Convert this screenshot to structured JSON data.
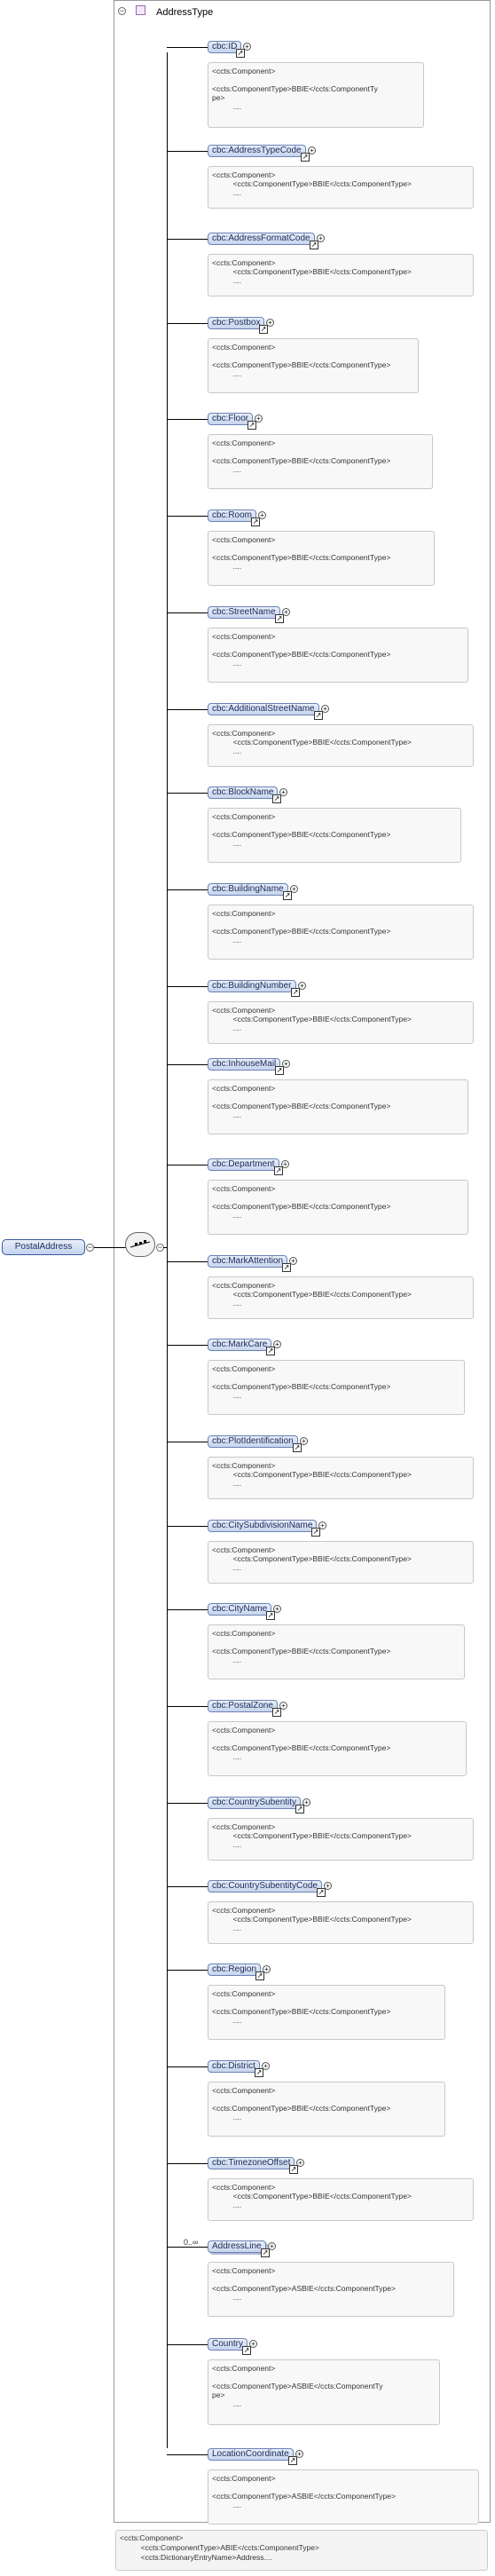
{
  "root": {
    "name": "PostalAddress"
  },
  "container": {
    "title": "AddressType"
  },
  "elements": [
    {
      "name": "cbc:ID",
      "occurs": "",
      "doc": "<ccts:Component>\n\n<ccts:ComponentType>BBIE</ccts:ComponentTy\npe>\n          ...."
    },
    {
      "name": "cbc:AddressTypeCode",
      "occurs": "",
      "doc": "<ccts:Component>\n          <ccts:ComponentType>BBIE</ccts:ComponentType>\n          ...."
    },
    {
      "name": "cbc:AddressFormatCode",
      "occurs": "",
      "doc": "<ccts:Component>\n          <ccts:ComponentType>BBIE</ccts:ComponentType>\n          ...."
    },
    {
      "name": "cbc:Postbox",
      "occurs": "",
      "doc": "<ccts:Component>\n\n<ccts:ComponentType>BBIE</ccts:ComponentType>\n          ...."
    },
    {
      "name": "cbc:Floor",
      "occurs": "",
      "doc": "<ccts:Component>\n\n<ccts:ComponentType>BBIE</ccts:ComponentType>\n          ...."
    },
    {
      "name": "cbc:Room",
      "occurs": "",
      "doc": "<ccts:Component>\n\n<ccts:ComponentType>BBIE</ccts:ComponentType>\n          ...."
    },
    {
      "name": "cbc:StreetName",
      "occurs": "",
      "doc": "<ccts:Component>\n\n<ccts:ComponentType>BBIE</ccts:ComponentType>\n          ...."
    },
    {
      "name": "cbc:AdditionalStreetName",
      "occurs": "",
      "doc": "<ccts:Component>\n          <ccts:ComponentType>BBIE</ccts:ComponentType>\n          ...."
    },
    {
      "name": "cbc:BlockName",
      "occurs": "",
      "doc": "<ccts:Component>\n\n<ccts:ComponentType>BBIE</ccts:ComponentType>\n          ...."
    },
    {
      "name": "cbc:BuildingName",
      "occurs": "",
      "doc": "<ccts:Component>\n\n<ccts:ComponentType>BBIE</ccts:ComponentType>\n          ...."
    },
    {
      "name": "cbc:BuildingNumber",
      "occurs": "",
      "doc": "<ccts:Component>\n          <ccts:ComponentType>BBIE</ccts:ComponentType>\n          ...."
    },
    {
      "name": "cbc:InhouseMail",
      "occurs": "",
      "doc": "<ccts:Component>\n\n<ccts:ComponentType>BBIE</ccts:ComponentType>\n          ...."
    },
    {
      "name": "cbc:Department",
      "occurs": "",
      "doc": "<ccts:Component>\n\n<ccts:ComponentType>BBIE</ccts:ComponentType>\n          ...."
    },
    {
      "name": "cbc:MarkAttention",
      "occurs": "",
      "doc": "<ccts:Component>\n          <ccts:ComponentType>BBIE</ccts:ComponentType>\n          ...."
    },
    {
      "name": "cbc:MarkCare",
      "occurs": "",
      "doc": "<ccts:Component>\n\n<ccts:ComponentType>BBIE</ccts:ComponentType>\n          ...."
    },
    {
      "name": "cbc:PlotIdentification",
      "occurs": "",
      "doc": "<ccts:Component>\n          <ccts:ComponentType>BBIE</ccts:ComponentType>\n          ...."
    },
    {
      "name": "cbc:CitySubdivisionName",
      "occurs": "",
      "doc": "<ccts:Component>\n          <ccts:ComponentType>BBIE</ccts:ComponentType>\n          ...."
    },
    {
      "name": "cbc:CityName",
      "occurs": "",
      "doc": "<ccts:Component>\n\n<ccts:ComponentType>BBIE</ccts:ComponentType>\n          ...."
    },
    {
      "name": "cbc:PostalZone",
      "occurs": "",
      "doc": "<ccts:Component>\n\n<ccts:ComponentType>BBIE</ccts:ComponentType>\n          ...."
    },
    {
      "name": "cbc:CountrySubentity",
      "occurs": "",
      "doc": "<ccts:Component>\n          <ccts:ComponentType>BBIE</ccts:ComponentType>\n          ...."
    },
    {
      "name": "cbc:CountrySubentityCode",
      "occurs": "",
      "doc": "<ccts:Component>\n          <ccts:ComponentType>BBIE</ccts:ComponentType>\n          ...."
    },
    {
      "name": "cbc:Region",
      "occurs": "",
      "doc": "<ccts:Component>\n\n<ccts:ComponentType>BBIE</ccts:ComponentType>\n          ...."
    },
    {
      "name": "cbc:District",
      "occurs": "",
      "doc": "<ccts:Component>\n\n<ccts:ComponentType>BBIE</ccts:ComponentType>\n          ...."
    },
    {
      "name": "cbc:TimezoneOffset",
      "occurs": "",
      "doc": "<ccts:Component>\n          <ccts:ComponentType>BBIE</ccts:ComponentType>\n          ...."
    },
    {
      "name": "AddressLine",
      "occurs": "0..∞",
      "doc": "<ccts:Component>\n\n<ccts:ComponentType>ASBIE</ccts:ComponentType>\n          ...."
    },
    {
      "name": "Country",
      "occurs": "",
      "doc": "<ccts:Component>\n\n<ccts:ComponentType>ASBIE</ccts:ComponentTy\npe>\n          ...."
    },
    {
      "name": "LocationCoordinate",
      "occurs": "",
      "doc": "<ccts:Component>\n\n<ccts:ComponentType>ASBIE</ccts:ComponentType>\n          ...."
    }
  ],
  "bottom_doc": "<ccts:Component>\n          <ccts:ComponentType>ABIE</ccts:ComponentType>\n          <ccts:DictionaryEntryName>Address...."
}
